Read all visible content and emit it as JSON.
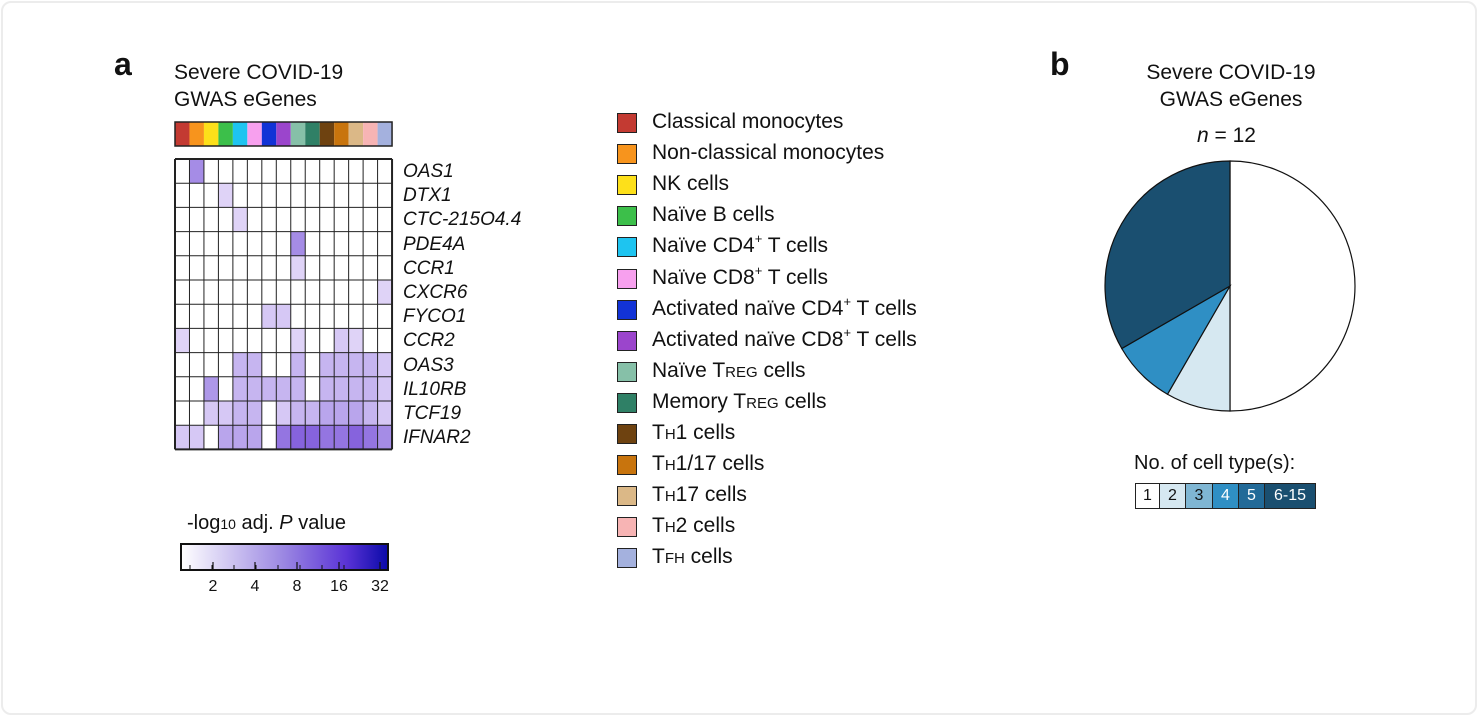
{
  "panel_a": {
    "letter": "a",
    "title_line1": "Severe COVID-19",
    "title_line2": "GWAS eGenes"
  },
  "panel_b": {
    "letter": "b",
    "title_line1": "Severe COVID-19",
    "title_line2": "GWAS eGenes",
    "n_label": "n",
    "n_value": "= 12"
  },
  "legend": [
    {
      "label": "Classical monocytes",
      "color": "#c33a32"
    },
    {
      "label": "Non-classical monocytes",
      "color": "#f7941d"
    },
    {
      "label": "NK cells",
      "color": "#fde01a"
    },
    {
      "label": "Naïve B cells",
      "color": "#3cbf4a"
    },
    {
      "label_pre": "Naïve CD4",
      "sup": "+",
      "label_post": " T cells",
      "color": "#1ec4f0"
    },
    {
      "label_pre": "Naïve CD8",
      "sup": "+",
      "label_post": " T cells",
      "color": "#f7a0ee"
    },
    {
      "label_pre": "Activated naïve CD4",
      "sup": "+",
      "label_post": " T cells",
      "color": "#1233d6"
    },
    {
      "label_pre": "Activated naïve CD8",
      "sup": "+",
      "label_post": " T cells",
      "color": "#9b45cc"
    },
    {
      "label_pre": "Naïve T",
      "sc": "REG",
      "label_post": " cells",
      "color": "#86c0a8"
    },
    {
      "label_pre": "Memory T",
      "sc": "REG",
      "label_post": " cells",
      "color": "#2f8066"
    },
    {
      "label_pre": "T",
      "sc": "H",
      "label_post": "1 cells",
      "color": "#6e4210"
    },
    {
      "label_pre": "T",
      "sc": "H",
      "label_post": "1/17 cells",
      "color": "#c8740d"
    },
    {
      "label_pre": "T",
      "sc": "H",
      "label_post": "17 cells",
      "color": "#dbb887"
    },
    {
      "label_pre": "T",
      "sc": "H",
      "label_post": "2 cells",
      "color": "#f7b4b4"
    },
    {
      "label_pre": "T",
      "sc": "FH",
      "label_post": " cells",
      "color": "#a4b1de"
    }
  ],
  "colorbar": {
    "title_pre": "-log",
    "title_sub": "10",
    "title_mid": " adj. ",
    "title_p": "P",
    "title_post": " value",
    "ticks": [
      "2",
      "4",
      "8",
      "16",
      "32"
    ]
  },
  "count_legend": {
    "title": "No. of cell type(s):",
    "boxes": [
      {
        "label": "1",
        "color": "#ffffff",
        "text_color": "#111111"
      },
      {
        "label": "2",
        "color": "#d6e8f1",
        "text_color": "#111111"
      },
      {
        "label": "3",
        "color": "#7fb6d3",
        "text_color": "#111111"
      },
      {
        "label": "4",
        "color": "#2f8fc4",
        "text_color": "#ffffff"
      },
      {
        "label": "5",
        "color": "#226a98",
        "text_color": "#ffffff"
      },
      {
        "label": "6-15",
        "color": "#1a4f70",
        "text_color": "#ffffff"
      }
    ]
  },
  "chart_data": [
    {
      "type": "heatmap",
      "title": "Severe COVID-19 GWAS eGenes",
      "rows": [
        "OAS1",
        "DTX1",
        "CTC-215O4.4",
        "PDE4A",
        "CCR1",
        "CXCR6",
        "FYCO1",
        "CCR2",
        "OAS3",
        "IL10RB",
        "TCF19",
        "IFNAR2"
      ],
      "columns": [
        "Classical monocytes",
        "Non-classical monocytes",
        "NK cells",
        "Naïve B cells",
        "Naïve CD4+ T cells",
        "Naïve CD8+ T cells",
        "Activated naïve CD4+ T cells",
        "Activated naïve CD8+ T cells",
        "Naïve TREG cells",
        "Memory TREG cells",
        "TH1 cells",
        "TH1/17 cells",
        "TH17 cells",
        "TH2 cells",
        "TFH cells"
      ],
      "colorbar_label": "-log10 adj. P value",
      "colorbar_ticks": [
        2,
        4,
        8,
        16,
        32
      ],
      "values": [
        [
          0,
          8,
          0,
          0,
          0,
          0,
          0,
          0,
          0,
          0,
          0,
          0,
          0,
          0,
          0
        ],
        [
          0,
          0,
          0,
          3,
          0,
          0,
          0,
          0,
          0,
          0,
          0,
          0,
          0,
          0,
          0
        ],
        [
          0,
          0,
          0,
          0,
          3,
          0,
          0,
          0,
          0,
          0,
          0,
          0,
          0,
          0,
          0
        ],
        [
          0,
          0,
          0,
          0,
          0,
          0,
          0,
          0,
          8,
          0,
          0,
          0,
          0,
          0,
          0
        ],
        [
          0,
          0,
          0,
          0,
          0,
          0,
          0,
          0,
          3,
          0,
          0,
          0,
          0,
          0,
          0
        ],
        [
          0,
          0,
          0,
          0,
          0,
          0,
          0,
          0,
          0,
          0,
          0,
          0,
          0,
          0,
          3
        ],
        [
          0,
          0,
          0,
          0,
          0,
          0,
          4,
          4,
          0,
          0,
          0,
          0,
          0,
          0,
          0
        ],
        [
          3,
          0,
          0,
          0,
          0,
          0,
          0,
          0,
          3,
          0,
          0,
          4,
          3,
          0,
          0
        ],
        [
          0,
          0,
          0,
          0,
          5,
          5,
          0,
          0,
          5,
          0,
          5,
          5,
          5,
          5,
          4
        ],
        [
          0,
          0,
          7,
          0,
          5,
          5,
          5,
          5,
          5,
          0,
          5,
          5,
          5,
          5,
          4
        ],
        [
          0,
          0,
          4,
          4,
          5,
          5,
          0,
          4,
          5,
          5,
          6,
          6,
          6,
          5,
          4
        ],
        [
          4,
          4,
          0,
          6,
          6,
          6,
          0,
          10,
          12,
          12,
          10,
          10,
          12,
          10,
          8
        ]
      ]
    },
    {
      "type": "pie",
      "title": "Severe COVID-19 GWAS eGenes",
      "n": 12,
      "labels": [
        "1",
        "2",
        "3",
        "4",
        "5",
        "6-15"
      ],
      "values": [
        6,
        1,
        0,
        1,
        0,
        4
      ],
      "colors": [
        "#ffffff",
        "#d6e8f1",
        "#7fb6d3",
        "#2f8fc4",
        "#226a98",
        "#1a4f70"
      ]
    }
  ]
}
